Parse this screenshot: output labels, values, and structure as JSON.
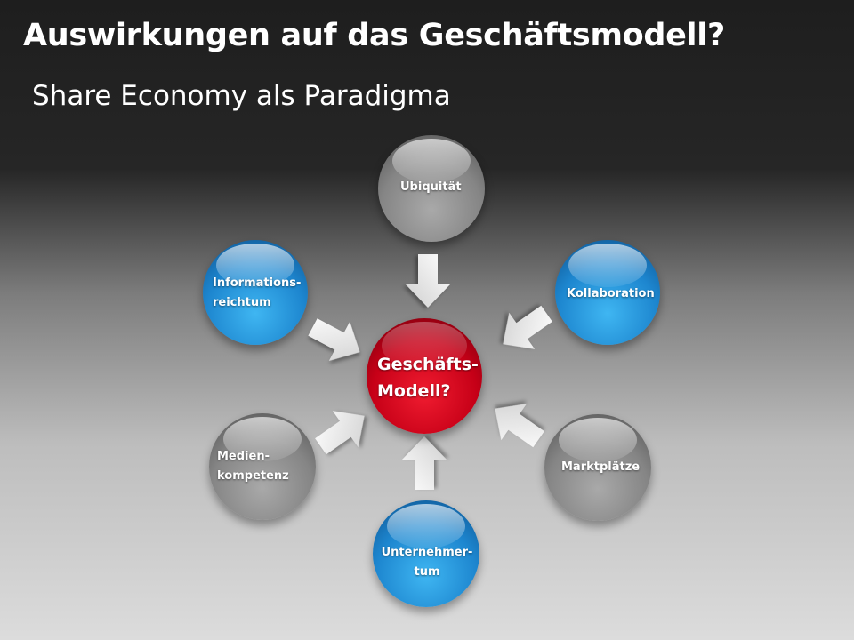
{
  "slide": {
    "title": "Auswirkungen auf das Geschäftsmodell?",
    "subtitle": "Share Economy als Paradigma"
  },
  "diagram": {
    "center": {
      "label": "Geschäfts-\nModell?",
      "color": "#cc0a1e"
    },
    "nodes": [
      {
        "id": "ubiquitaet",
        "label": "Ubiquität",
        "color": "gray"
      },
      {
        "id": "kollaboration",
        "label": "Kollaboration",
        "color": "blue"
      },
      {
        "id": "marktplaetze",
        "label": "Marktplätze",
        "color": "gray"
      },
      {
        "id": "unternehmertum",
        "label": "Unternehmer-\ntum",
        "color": "blue"
      },
      {
        "id": "medienkompetenz",
        "label": "Medien-\nkompetenz",
        "color": "gray"
      },
      {
        "id": "informationsreichtum",
        "label": "Informations-\nreichtum",
        "color": "blue"
      }
    ],
    "colors": {
      "blue": "#1d86cf",
      "gray": "#858585",
      "red": "#cc0a1e",
      "arrow": "#f2f2f2"
    }
  }
}
